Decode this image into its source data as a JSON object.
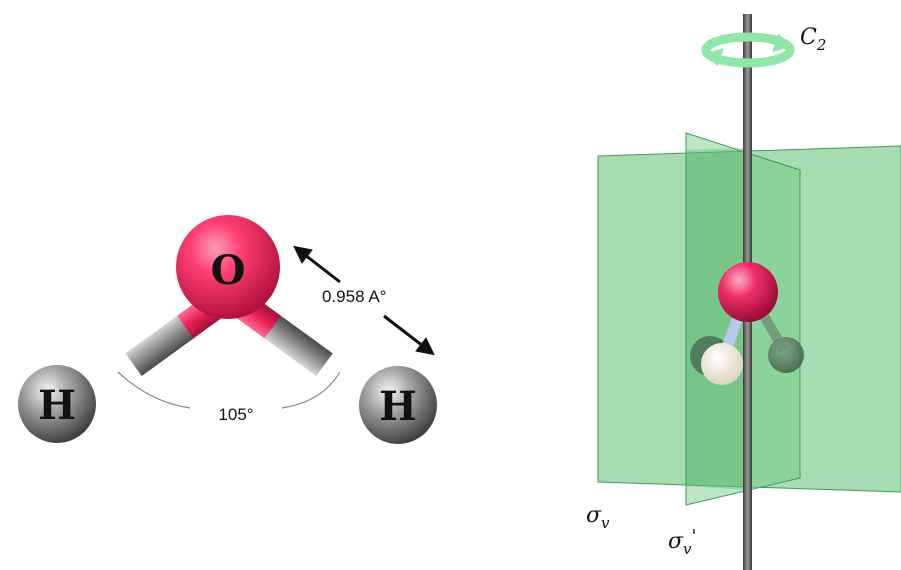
{
  "molecule": {
    "oxygen_label": "O",
    "hydrogen_left_label": "H",
    "hydrogen_right_label": "H",
    "bond_length_label": "0.958 A°",
    "bond_angle_label": "105°"
  },
  "symmetry": {
    "rotation_axis": {
      "symbol": "C",
      "subscript": "2"
    },
    "mirror_plane_1": {
      "symbol": "σ",
      "subscript": "v"
    },
    "mirror_plane_2": {
      "symbol": "σ",
      "subscript": "v",
      "prime": "'"
    }
  },
  "colors": {
    "oxygen": "#ee2d5e",
    "hydrogen": "#8a8a8a",
    "plane": "#5fbf74",
    "axis": "#555555",
    "rotation_arrow": "#8fe6a6"
  }
}
